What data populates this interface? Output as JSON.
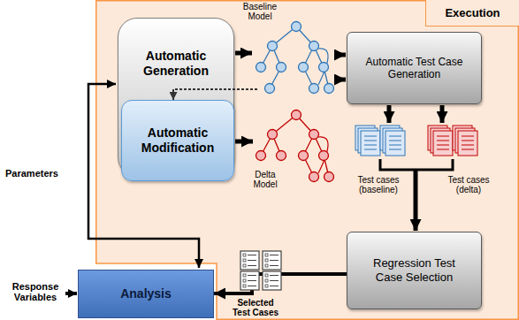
{
  "diagram": {
    "nodes": [
      {
        "text": [
          "Execution"
        ]
      },
      {
        "text": [
          "Automatic Generation"
        ],
        "in": 0
      },
      {
        "text": [
          "Automatic Modification"
        ],
        "in": 0
      },
      {
        "text": [
          "Automatic Test Case Generation"
        ],
        "in": 0
      },
      {
        "text": [
          "Regression Test Case Selection"
        ],
        "in": 0
      },
      {
        "text": [
          "Analysis"
        ]
      }
    ],
    "edges": [
      {
        "from": 4,
        "to": 5,
        "arrow": "to"
      }
    ],
    "labels": [
      "Baseline Model",
      "Delta Model",
      "Test cases (baseline)",
      "Test cases (delta)",
      "Selected Test Cases",
      "Parameters",
      "Response Variables"
    ]
  }
}
